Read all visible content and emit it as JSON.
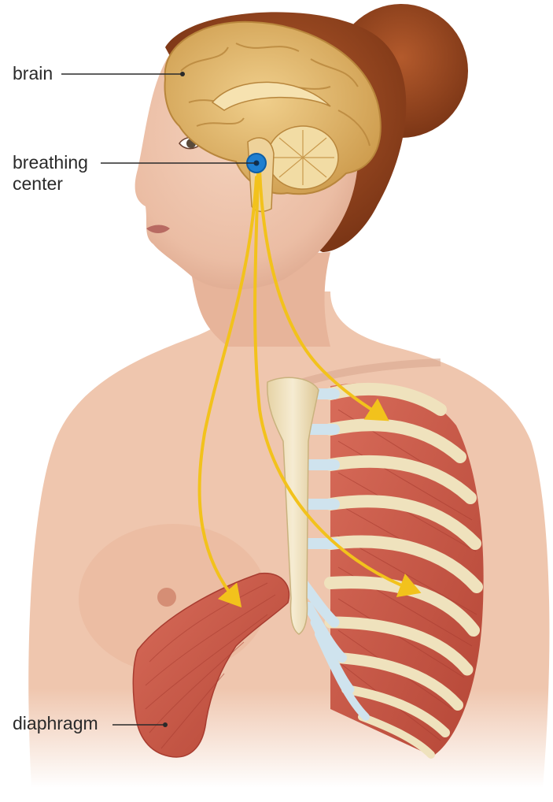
{
  "labels": {
    "brain": "brain",
    "breathing_center_line1": "breathing",
    "breathing_center_line2": "center",
    "diaphragm": "diaphragm"
  },
  "colors": {
    "background": "#ffffff",
    "skin": "#eec2aa",
    "skin_shadow": "#d9a187",
    "hair": "#9a4a22",
    "brain": "#e3b96a",
    "brain_dark": "#b8863c",
    "bone": "#efe2bd",
    "cartilage": "#cfe3ee",
    "muscle": "#cc5a4a",
    "muscle_dark": "#a83c30",
    "nerve": "#f2c21c",
    "breathing_center": "#1f7fd0",
    "label_text": "#2a2a2a"
  }
}
